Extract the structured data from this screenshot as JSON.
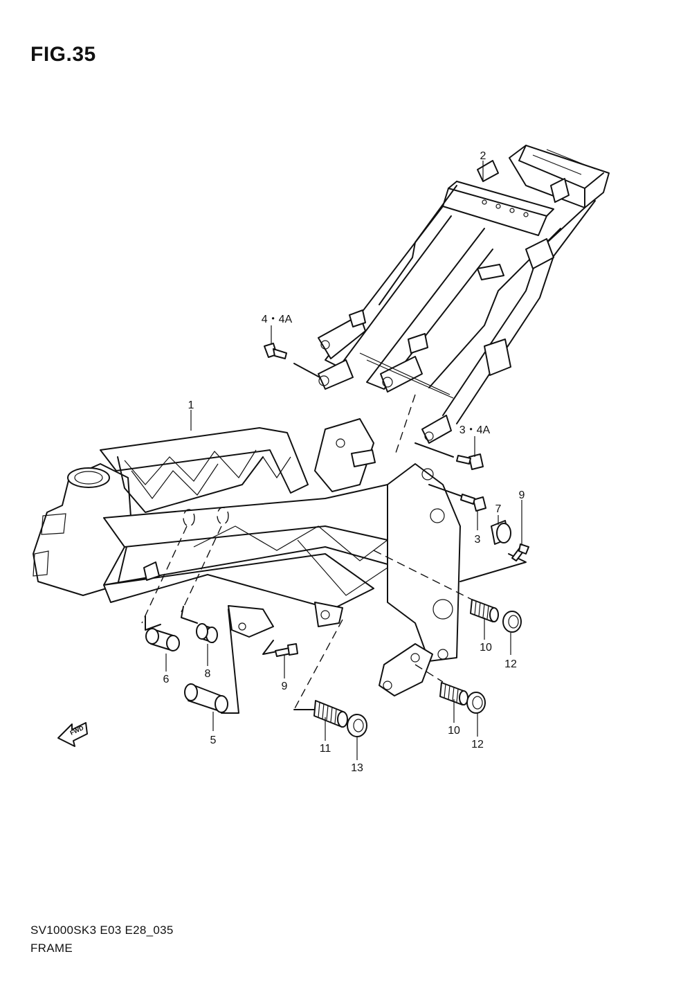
{
  "figure": {
    "title": "FIG.35",
    "code": "SV1000SK3 E03 E28_035",
    "name": "FRAME"
  },
  "fwd_marker": "FWD",
  "callouts": [
    "1",
    "2",
    "3",
    "3・4A",
    "4・4A",
    "5",
    "6",
    "7",
    "8",
    "9",
    "9",
    "10",
    "10",
    "11",
    "12",
    "12",
    "13"
  ]
}
